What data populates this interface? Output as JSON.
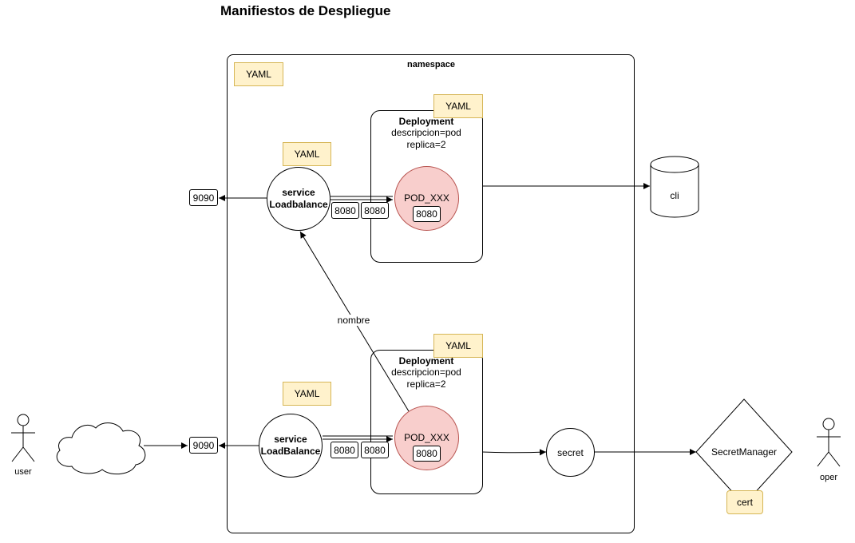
{
  "title": "Manifiestos de Despliegue",
  "namespace": {
    "label": "namespace",
    "yaml": "YAML"
  },
  "top": {
    "service": {
      "yaml": "YAML",
      "line1": "service",
      "line2": "Loadbalance",
      "port_out": "9090",
      "port_a": "8080",
      "port_b": "8080"
    },
    "deployment": {
      "yaml": "YAML",
      "name": "Deployment",
      "line1": "descripcion=pod",
      "line2": "replica=2"
    },
    "pod": {
      "name": "POD_XXX",
      "port": "8080"
    }
  },
  "bottom": {
    "service": {
      "yaml": "YAML",
      "line1": "service",
      "line2": "LoadBalance",
      "port_out": "9090",
      "port_a": "8080",
      "port_b": "8080"
    },
    "deployment": {
      "yaml": "YAML",
      "name": "Deployment",
      "line1": "descripcion=pod",
      "line2": "replica=2"
    },
    "pod": {
      "name": "POD_XXX",
      "port": "8080"
    }
  },
  "edge_label": "nombre",
  "database": {
    "label": "cli"
  },
  "secret": {
    "label": "secret"
  },
  "secret_manager": {
    "label": "SecretManager",
    "cert": "cert"
  },
  "actors": {
    "user": "user",
    "oper": "oper"
  },
  "colors": {
    "yaml_fill": "#fff2cc",
    "yaml_border": "#d6b656",
    "pod_fill": "#f8cecc",
    "pod_border": "#b85450"
  }
}
